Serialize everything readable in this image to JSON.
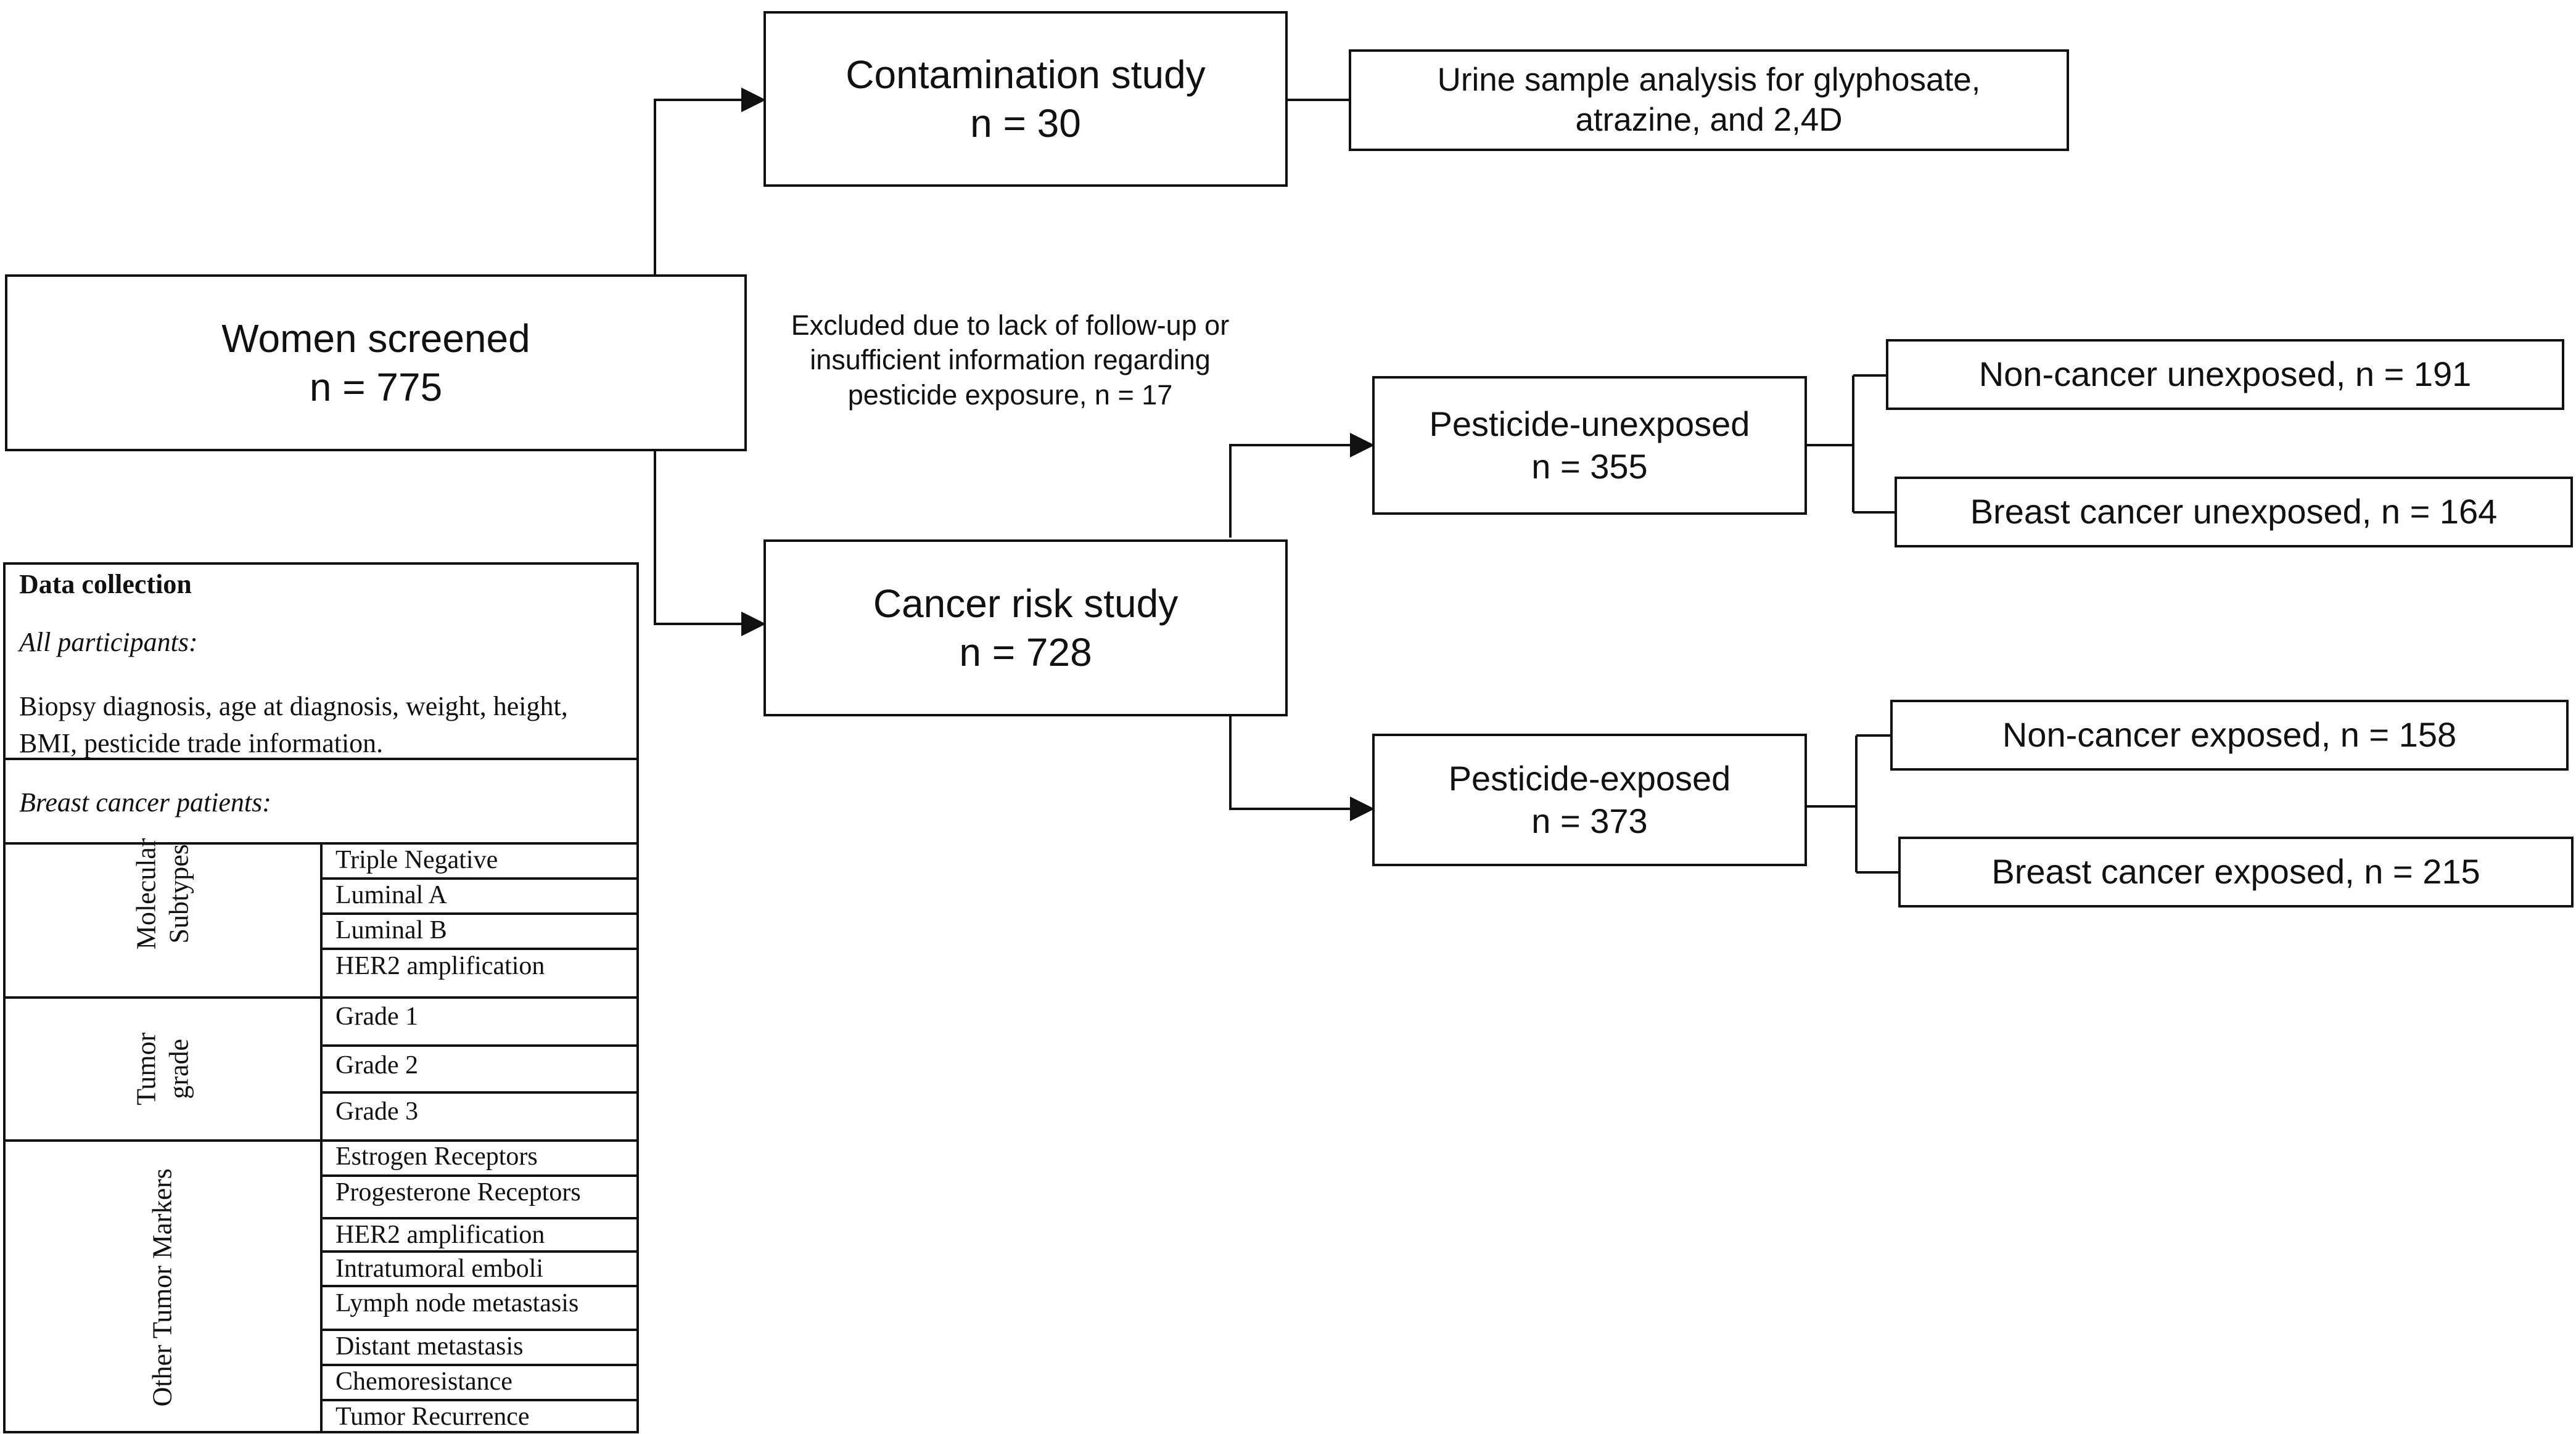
{
  "nodes": {
    "women_screened": {
      "title": "Women screened",
      "count": "n = 775"
    },
    "contamination_study": {
      "title": "Contamination study",
      "count": "n = 30"
    },
    "urine_analysis": {
      "line1": "Urine sample analysis for glyphosate,",
      "line2": "atrazine, and 2,4D"
    },
    "cancer_risk_study": {
      "title": "Cancer risk study",
      "count": "n = 728"
    },
    "pesticide_unexposed": {
      "title": "Pesticide-unexposed",
      "count": "n = 355"
    },
    "pesticide_exposed": {
      "title": "Pesticide-exposed",
      "count": "n = 373"
    },
    "noncancer_unexposed": {
      "label": "Non-cancer unexposed, n = 191"
    },
    "breastcancer_unexposed": {
      "label": "Breast cancer unexposed, n = 164"
    },
    "noncancer_exposed": {
      "label": "Non-cancer exposed, n = 158"
    },
    "breastcancer_exposed": {
      "label": "Breast cancer exposed, n = 215"
    }
  },
  "exclusion_note": {
    "line1": "Excluded due to lack of follow-up or",
    "line2": "insufficient information regarding",
    "line3": "pesticide exposure, n = 17"
  },
  "data_collection": {
    "title": "Data collection",
    "all_participants_label": "All participants:",
    "all_participants_line1": "Biopsy diagnosis, age at diagnosis, weight, height,",
    "all_participants_line2": "BMI, pesticide trade information.",
    "breast_cancer_label": "Breast cancer patients:",
    "groups": {
      "molecular": {
        "label_line1": "Molecular",
        "label_line2": "Subtypes",
        "items": [
          "Triple Negative",
          "Luminal A",
          "Luminal B",
          "HER2 amplification"
        ]
      },
      "grade": {
        "label_line1": "Tumor",
        "label_line2": "grade",
        "items": [
          "Grade 1",
          "Grade 2",
          "Grade 3"
        ]
      },
      "markers": {
        "label": "Other Tumor Markers",
        "items": [
          "Estrogen Receptors",
          "Progesterone Receptors",
          "HER2 amplification",
          "Intratumoral emboli",
          "Lymph node metastasis",
          "Distant metastasis",
          "Chemoresistance",
          "Tumor Recurrence"
        ]
      }
    }
  }
}
